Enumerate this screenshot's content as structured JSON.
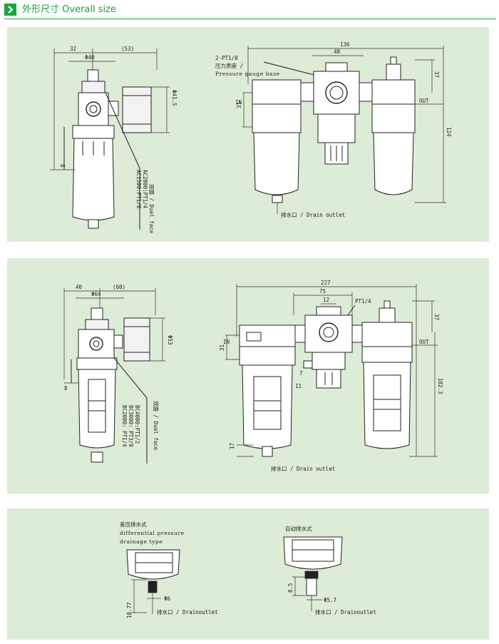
{
  "header": {
    "title": "外形尺寸 Overall size",
    "icon": "chevron-right-icon",
    "accent": "#1aa23a",
    "panel_bg": "#dcecd6"
  },
  "panel1": {
    "left": {
      "d_32": "32",
      "d_40": "Φ40",
      "d_53": "(53)",
      "d_415": "Φ41.5",
      "d_8": "8",
      "v1": "AC1500:PT1/8",
      "v2": "AC2000:PT1/4",
      "v3": "双面 / Dual face"
    },
    "right": {
      "d_136": "136",
      "d_48": "48",
      "port_label": "2-PT1/8",
      "gauge_cn": "压力表座 /",
      "gauge_en": "Pressure gauge base",
      "in": "IN",
      "out": "OUT",
      "d_31": "31",
      "d_37": "37",
      "d_124": "124",
      "drain": "排水口 / Drain outlet"
    }
  },
  "panel2": {
    "left": {
      "d_40": "40",
      "d_60": "(60)",
      "d_64": "Φ64",
      "d_53": "Φ53",
      "d_8": "8",
      "v1": "BC2000: PT1/4",
      "v2": "BC3000: PT3/8",
      "v3": "BC4000:PT1/2",
      "v4": "双面 / Dual face"
    },
    "right": {
      "d_227": "227",
      "d_75": "75",
      "d_12": "12",
      "port_label": "PT1/4",
      "in": "IN",
      "out": "OUT",
      "d_31": "31",
      "d_37": "37",
      "d_7": "7",
      "d_11": "11",
      "d_17": "17",
      "d_1823": "182.3",
      "drain": "排水口 / Drain outlet"
    }
  },
  "panel3": {
    "left": {
      "title_cn": "差压排水式",
      "title_en1": "differential pressure",
      "title_en2": "drainage type",
      "d_6": "Φ6",
      "d_1077": "10.77",
      "drain": "排水口 / Drainoutlet"
    },
    "right": {
      "title_cn": "自动排水式",
      "d_85": "8.5",
      "d_57": "Φ5.7",
      "drain": "排水口 / Drainoutlet"
    }
  }
}
